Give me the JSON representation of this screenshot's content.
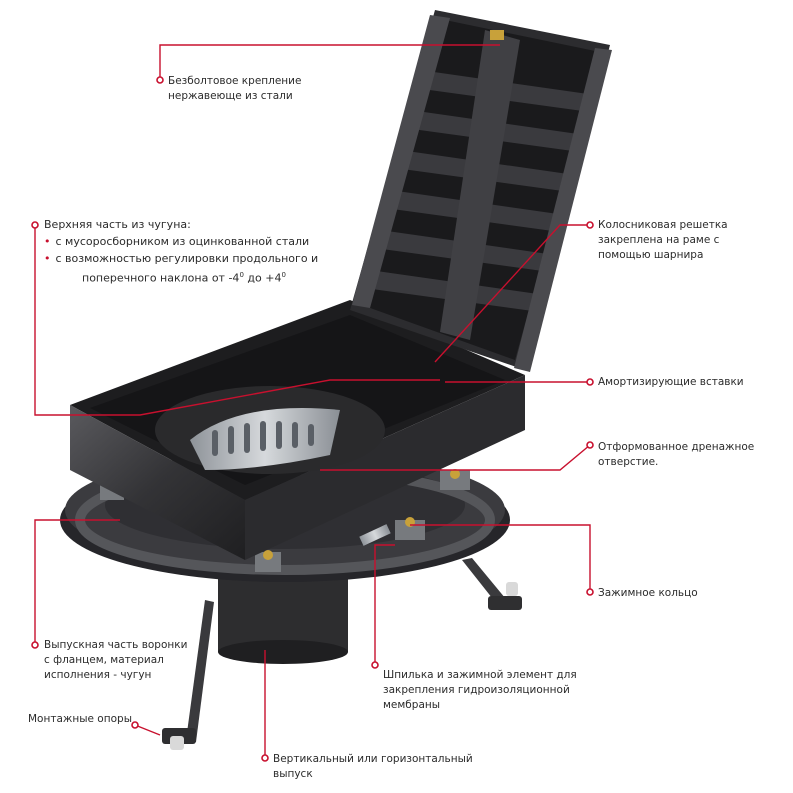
{
  "colors": {
    "accent": "#c8102e",
    "iron": "#2e2e30",
    "iron_light": "#56565a",
    "steel": "#a9adb2",
    "text": "#2b2b2b"
  },
  "labels": {
    "bolt": [
      "Безболтовое крепление",
      "нержавеюще из стали"
    ],
    "top_part_title": "Верхняя часть из чугуна:",
    "top_part_bullets": [
      "с мусоросборником из оцинкованной стали",
      "с возможностью регулировки продольного и"
    ],
    "top_part_tail_prefix": "поперечного наклона от -4",
    "top_part_tail_mid": " до +4",
    "degree_mark": "0",
    "grate": [
      "Колосниковая решетка",
      "закреплена на раме с",
      "помощью шарнира"
    ],
    "shock": [
      "Амортизирующие вставки"
    ],
    "drain": [
      "Отформованное дренажное",
      "отверстие."
    ],
    "clamp_ring": [
      "Зажимное кольцо"
    ],
    "outlet_part": [
      "Выпускная часть воронки",
      "с фланцем, материал",
      "исполнения - чугун"
    ],
    "stud": [
      "Шпилька и зажимной элемент для",
      "закрепления гидроизоляционной",
      "мембраны"
    ],
    "supports": [
      "Монтажные опоры"
    ],
    "spigot": [
      "Вертикальный или горизонтальный",
      "выпуск"
    ]
  }
}
